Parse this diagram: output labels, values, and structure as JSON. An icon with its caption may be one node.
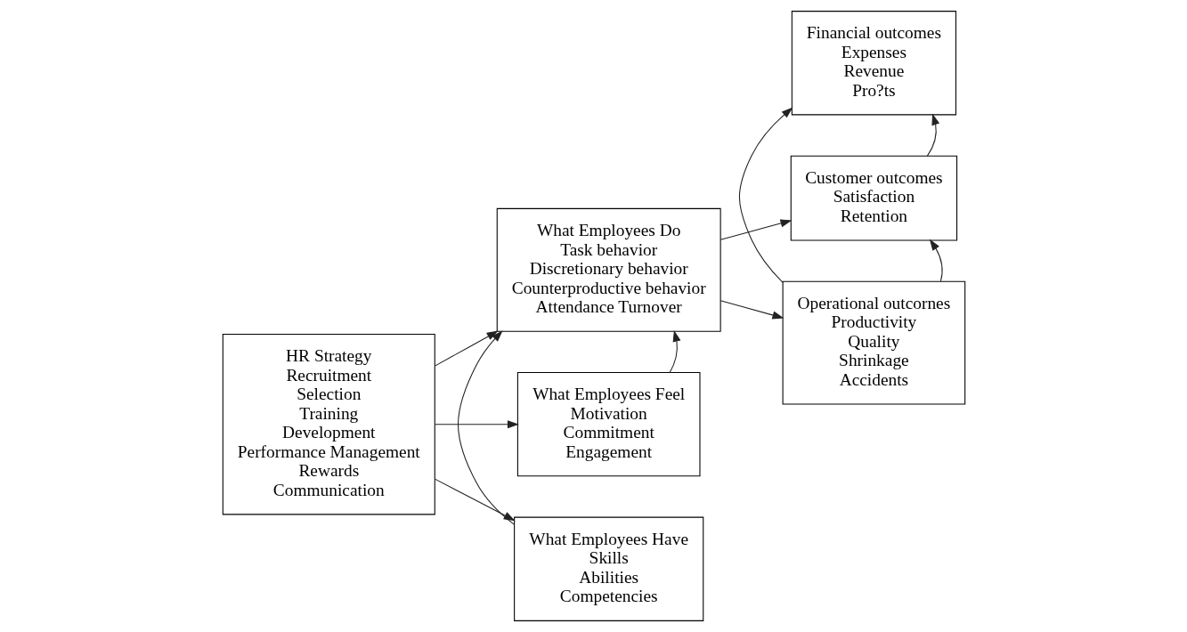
{
  "diagram": {
    "nodes": [
      {
        "text": [
          "HR Strategy",
          "Recruitment",
          "Selection",
          "Training",
          "Development",
          "Performance Management",
          "Rewards",
          "Communication"
        ]
      },
      {
        "text": [
          "What Employees Have",
          "Skills",
          "Abilities",
          "Competencies"
        ]
      },
      {
        "text": [
          "What Employees Feel",
          "Motivation",
          "Commitment",
          "Engagement"
        ]
      },
      {
        "text": [
          "What Employees Do",
          "Task behavior",
          "Discretionary behavior",
          "Counterproductive behavior",
          "Attendance Turnover"
        ]
      },
      {
        "text": [
          "Customer outcomes",
          "Satisfaction",
          "Retention"
        ]
      },
      {
        "text": [
          "Operational outcornes",
          "Productivity",
          "Quality",
          "Shrinkage",
          "Accidents"
        ]
      },
      {
        "text": [
          "Financial outcomes",
          "Expenses",
          "Revenue",
          "Pro?ts"
        ]
      }
    ],
    "edges": [
      {
        "from": 0,
        "to": 1,
        "arrow": "to"
      },
      {
        "from": 0,
        "to": 3,
        "arrow": "to"
      },
      {
        "from": 0,
        "to": 2,
        "arrow": "to"
      },
      {
        "from": 1,
        "to": 3,
        "arrow": "to"
      },
      {
        "from": 2,
        "to": 3,
        "arrow": "to"
      },
      {
        "from": 3,
        "to": 4,
        "arrow": "to"
      },
      {
        "from": 3,
        "to": 5,
        "arrow": "to"
      },
      {
        "from": 5,
        "to": 4,
        "arrow": "to"
      },
      {
        "from": 4,
        "to": 6,
        "arrow": "to"
      },
      {
        "from": 5,
        "to": 6,
        "arrow": "to"
      }
    ]
  }
}
